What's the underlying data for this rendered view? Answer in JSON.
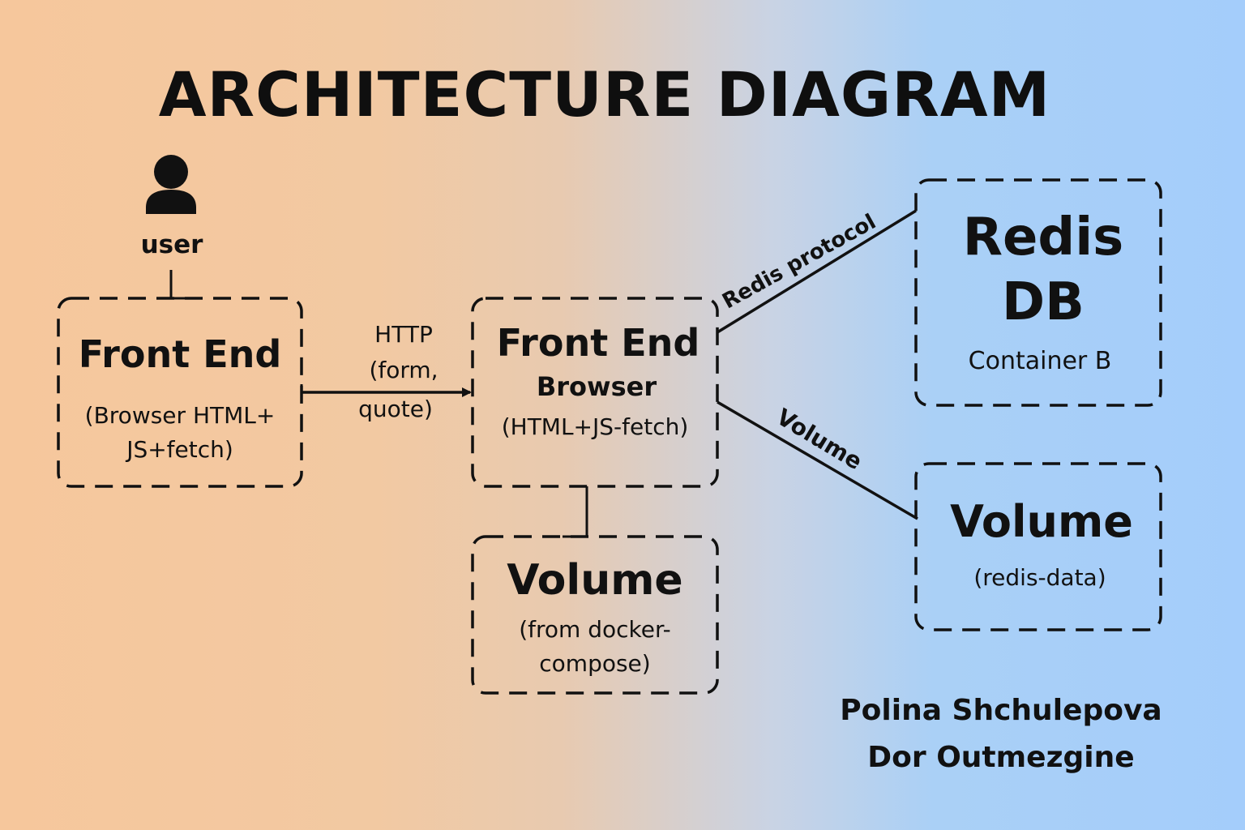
{
  "title": "ARCHITECTURE DIAGRAM",
  "user": {
    "label": "user",
    "icon": "user-icon"
  },
  "nodes": {
    "frontend_left": {
      "title": "Front End",
      "line1": "(Browser HTML+",
      "line2": "JS+fetch)"
    },
    "frontend_center": {
      "title": "Front End",
      "subtitle": "Browser",
      "line1": "(HTML+JS-fetch)"
    },
    "volume_center": {
      "title": "Volume",
      "line1": "(from docker-",
      "line2": "compose)"
    },
    "redis": {
      "title_line1": "Redis",
      "title_line2": "DB",
      "subtitle": "Container B"
    },
    "volume_right": {
      "title": "Volume",
      "line1": "(redis-data)"
    }
  },
  "edges": {
    "http": {
      "line1": "HTTP",
      "line2": "(form,",
      "line3": "quote)"
    },
    "redis_protocol": "Redis protocol",
    "volume": "Volume"
  },
  "authors": [
    "Polina Shchulepova",
    "Dor Outmezgine"
  ],
  "colors": {
    "gradient_left": "#f6c79c",
    "gradient_right": "#a4cdfb",
    "ink": "#111111"
  }
}
